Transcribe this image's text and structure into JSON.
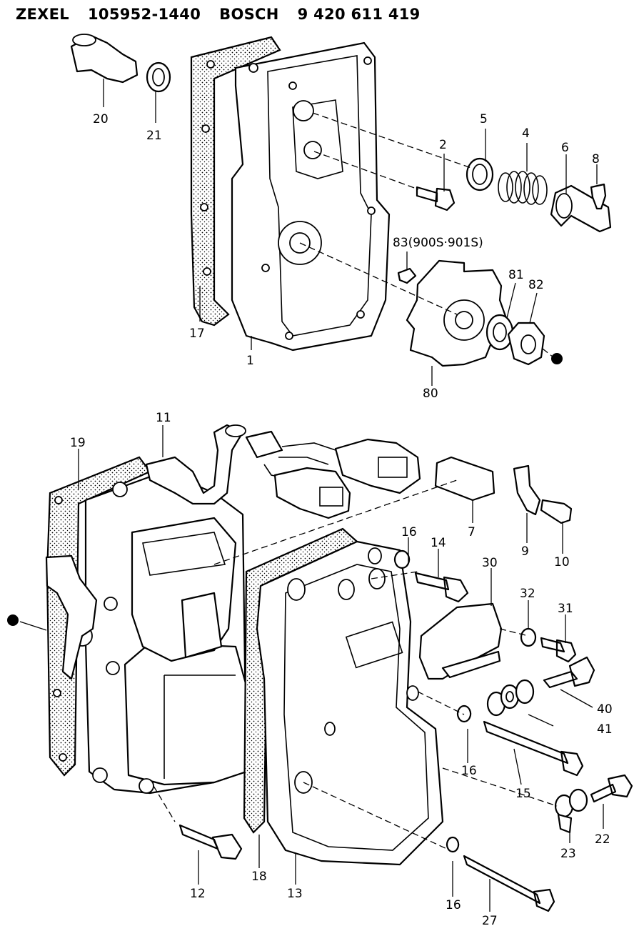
{
  "header": {
    "brand_primary": "ZEXEL",
    "part_number_primary": "105952-1440",
    "brand_secondary": "BOSCH",
    "part_number_secondary": "9 420 611 419"
  },
  "callouts": [
    "20",
    "21",
    "17",
    "1",
    "2",
    "5",
    "4",
    "6",
    "8",
    "83(900S·901S)",
    "81",
    "82",
    "80",
    "11",
    "19",
    "7",
    "9",
    "10",
    "16",
    "14",
    "30",
    "32",
    "31",
    "40",
    "41",
    "16",
    "15",
    "22",
    "23",
    "12",
    "18",
    "13",
    "16",
    "27"
  ]
}
